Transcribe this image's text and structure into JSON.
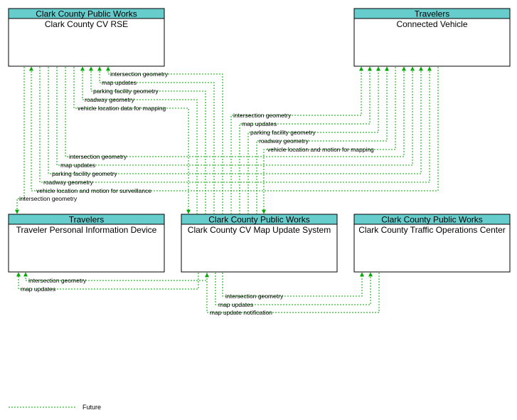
{
  "boxes": {
    "rse": {
      "stakeholder": "Clark County Public Works",
      "name": "Clark County CV RSE"
    },
    "cv": {
      "stakeholder": "Travelers",
      "name": "Connected Vehicle"
    },
    "tpid": {
      "stakeholder": "Travelers",
      "name": "Traveler Personal Information Device"
    },
    "mus": {
      "stakeholder": "Clark County Public Works",
      "name": "Clark County CV Map Update System"
    },
    "toc": {
      "stakeholder": "Clark County Public Works",
      "name": "Clark County Traffic Operations Center"
    }
  },
  "flows": {
    "mus_rse_ig": "intersection geometry",
    "mus_rse_mu": "map updates",
    "mus_rse_pfg": "parking facility geometry",
    "mus_rse_rg": "roadway geometry",
    "rse_mus_vld": "vehicle location data for mapping",
    "mus_cv_ig": "intersection geometry",
    "mus_cv_mu": "map updates",
    "mus_cv_pfg": "parking facility geometry",
    "mus_cv_rg": "roadway geometry",
    "cv_mus_vlm": "vehicle location and motion for mapping",
    "rse_cv_ig": "intersection geometry",
    "rse_cv_mu": "map updates",
    "rse_cv_pfg": "parking facility geometry",
    "rse_cv_rg": "roadway geometry",
    "cv_rse_vlm": "vehicle location and motion for surveillance",
    "rse_tpid_ig": "intersection geometry",
    "mus_tpid_ig": "intersection geometry",
    "mus_tpid_mu": "map updates",
    "mus_toc_ig": "intersection geometry",
    "mus_toc_mu": "map updates",
    "toc_mus_mun": "map update notification"
  },
  "legend": {
    "future_label": "Future"
  }
}
